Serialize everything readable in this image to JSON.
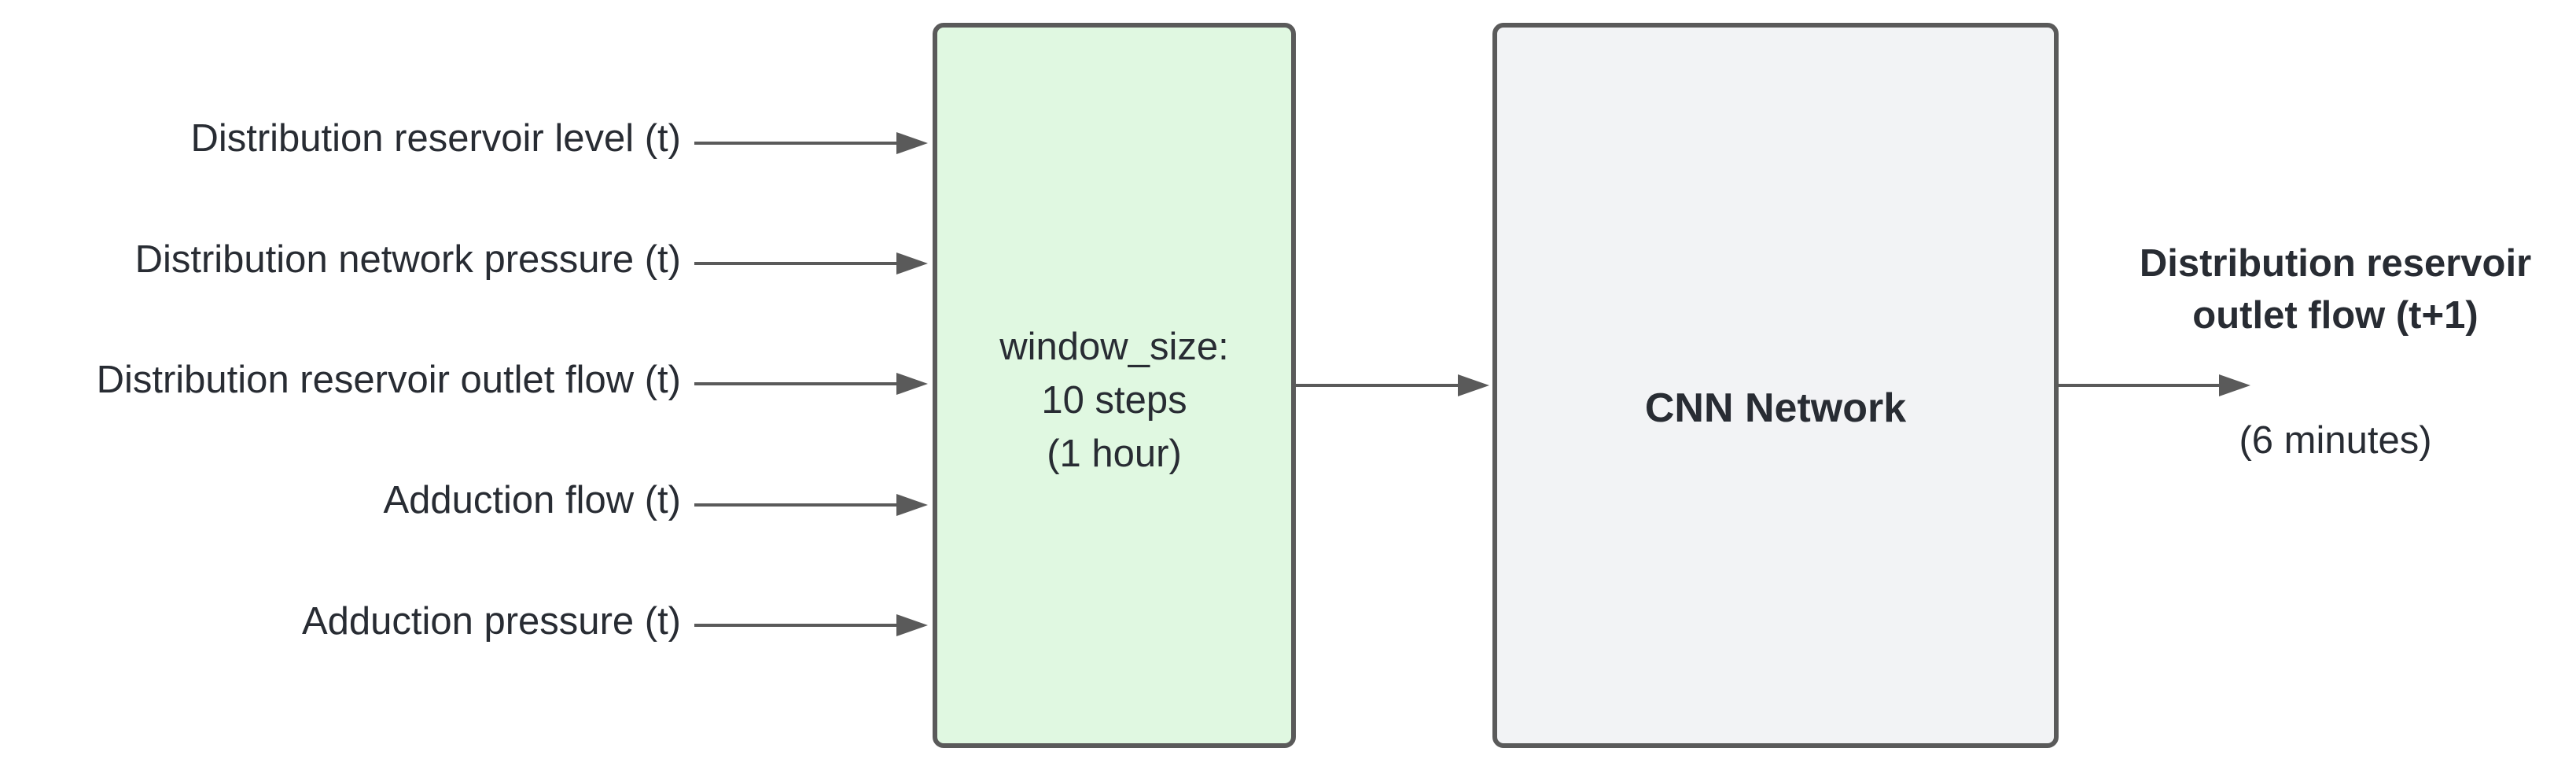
{
  "inputs": [
    {
      "label": "Distribution reservoir level (t)"
    },
    {
      "label": "Distribution network pressure (t)"
    },
    {
      "label": "Distribution reservoir outlet flow (t)"
    },
    {
      "label": "Adduction flow (t)"
    },
    {
      "label": "Adduction pressure (t)"
    }
  ],
  "window_block": {
    "line1": "window_size:",
    "line2": "10 steps",
    "line3": "(1 hour)",
    "fill": "#e0f8e1"
  },
  "cnn_block": {
    "label": "CNN Network",
    "fill": "#f2f3f5"
  },
  "output": {
    "title_line1": "Distribution reservoir",
    "title_line2": "outlet flow (t+1)",
    "subtitle": "(6 minutes)"
  },
  "colors": {
    "border": "#5a5a5a",
    "arrow": "#5a5a5a",
    "text": "#282c33"
  }
}
